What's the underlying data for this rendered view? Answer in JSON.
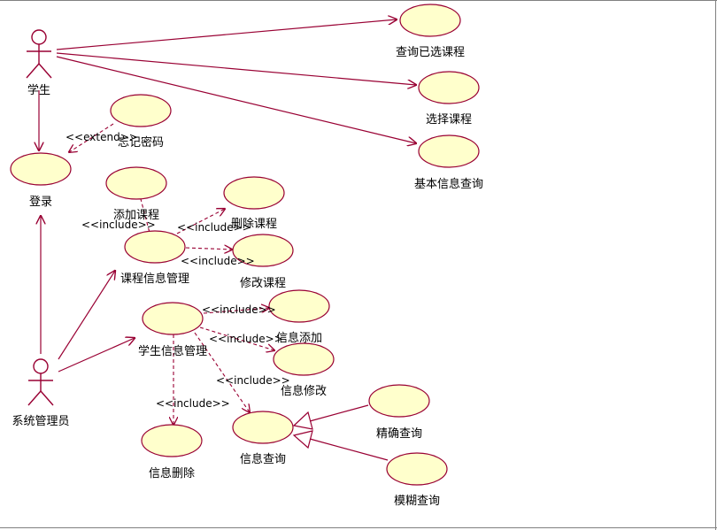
{
  "actors": {
    "student": "学生",
    "admin": "系统管理员"
  },
  "use_cases": {
    "query_selected": "查询已选课程",
    "select_course": "选择课程",
    "basic_info_query": "基本信息查询",
    "forgot_password": "忘记密码",
    "login": "登录",
    "add_course": "添加课程",
    "delete_course": "删除课程",
    "modify_course": "修改课程",
    "course_info_mgmt": "课程信息管理",
    "info_add": "信息添加",
    "student_info_mgmt": "学生信息管理",
    "info_modify": "信息修改",
    "info_delete": "信息删除",
    "info_query": "信息查询",
    "exact_query": "精确查询",
    "fuzzy_query": "模糊查询"
  },
  "stereotypes": {
    "extend": "<<extend>>",
    "include": "<<include>>"
  },
  "colors": {
    "line": "#990033",
    "usecase_fill": "#ffffcc"
  }
}
